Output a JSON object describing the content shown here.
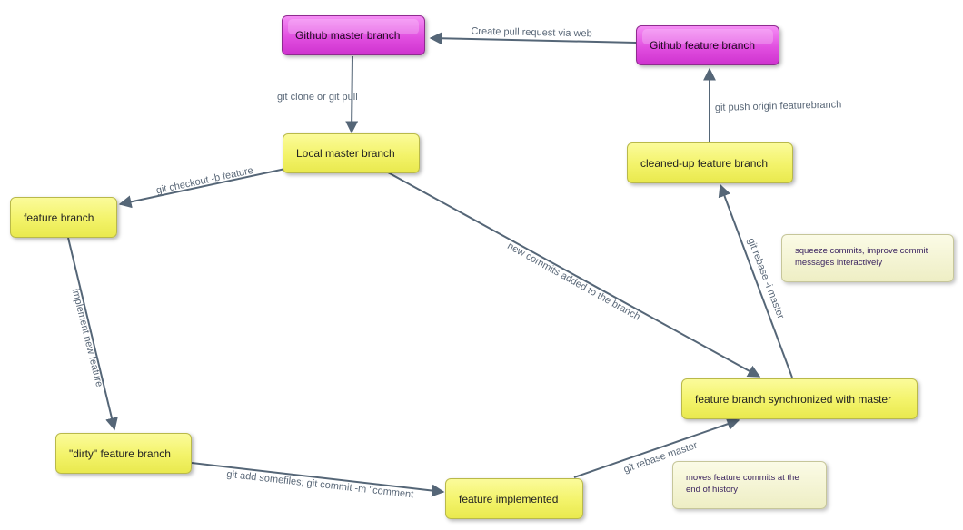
{
  "nodes": {
    "github_master": "Github master branch",
    "github_feature": "Github feature branch",
    "local_master": "Local master branch",
    "cleaned_feature": "cleaned-up feature branch",
    "feature_branch": "feature branch",
    "dirty_feature": "\"dirty\" feature branch",
    "feature_synced": "feature branch synchronized with master",
    "feature_implemented": "feature implemented"
  },
  "notes": {
    "squeeze": "squeeze commits, improve commit messages interactively",
    "moves": "moves feature commits at the end of history"
  },
  "edges": {
    "pull_request": "Create pull request via web",
    "clone_pull": "git clone or git pull",
    "push_origin": "git push origin featurebranch",
    "checkout": "git checkout -b feature",
    "implement": "implement new feature",
    "new_commits": "new commits added to the branch",
    "rebase_i": "git rebase -i master",
    "add_commit": "git add somefiles; git commit -m \"comment",
    "rebase_master": "git rebase master"
  },
  "colors": {
    "node_yellow": "#f3f36a",
    "node_magenta": "#e14fe0",
    "note_fill": "#eeeec4",
    "edge": "#556677",
    "edge_label": "#5a6878"
  }
}
